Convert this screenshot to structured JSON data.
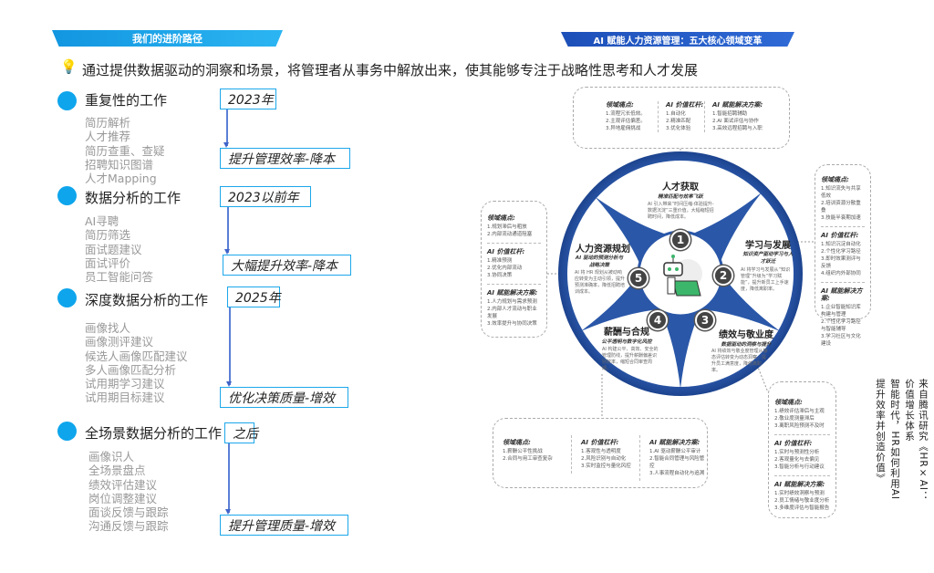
{
  "left": {
    "banner": "我们的进阶路径",
    "intro": "通过提供数据驱动的洞察和场景，将管理者从事务中解放出来，使其能够专注于战略性思考和人才发展",
    "sections": [
      {
        "title": "重复性的工作",
        "items": [
          "简历解析",
          "人才推荐",
          "简历查重、查疑",
          "招聘知识图谱",
          "人才Mapping"
        ],
        "time": "2023年",
        "outcome": "提升管理效率-降本"
      },
      {
        "title": "数据分析的工作",
        "items": [
          "AI寻聘",
          "简历筛选",
          "面试题建议",
          "面试评价",
          "员工智能问答"
        ],
        "time": "2023以前年",
        "outcome": "大幅提升效率-降本"
      },
      {
        "title": "深度数据分析的工作",
        "items": [
          "画像找人",
          "画像测评建议",
          "候选人画像匹配建议",
          "多人画像匹配分析",
          "试用期学习建议",
          "试用期目标建议"
        ],
        "time": "2025年",
        "outcome": "优化决策质量-增效"
      },
      {
        "title": "全场景数据分析的工作",
        "items": [
          "画像识人",
          "全场景盘点",
          "绩效评估建议",
          "岗位调整建议",
          "面谈反馈与跟踪",
          "沟通反馈与跟踪"
        ],
        "time": "之后",
        "outcome": "提升管理质量-增效"
      }
    ]
  },
  "right": {
    "banner": "AI 赋能人力资源管理：五大核心领域变革",
    "labels": {
      "pain": "领域痛点:",
      "lever": "AI 价值杠杆:",
      "solution": "AI 赋能解决方案:"
    },
    "boxes": {
      "top": {
        "pain": [
          "1.流程冗长低效。",
          "2.主观评估偏差。",
          "3.异地雇佣挑战"
        ],
        "lever": [
          "1.自动化",
          "2.精准匹配",
          "3.优化体验"
        ],
        "solution": [
          "1.智能招聘辅助",
          "2.AI 面试评估与协作",
          "3.高效远程招聘与入职"
        ]
      },
      "right": {
        "pain": [
          "1.知识流失与共享低效",
          "2.培训资源分散重叠",
          "3.技能半衰期加速"
        ],
        "lever": [
          "1.知识沉淀自动化",
          "2.个性化学习路径",
          "3.即时效果测评与反馈",
          "4.组织内外部协同"
        ],
        "solution": [
          "1.企业智能知识库构建与管理",
          "2.个性化学习路径与智能辅导",
          "3.学习社区与文化建设"
        ]
      },
      "left": {
        "pain": [
          "1.规划滞后与粗放",
          "2.内部流动通道阻塞"
        ],
        "lever": [
          "1.精准预测",
          "2.优化内部流动",
          "3.协同决策"
        ],
        "solution": [
          "1.人力规划与需求预测",
          "2.内部人才流动与职业发展",
          "3.效率提升与协同决策"
        ]
      },
      "bottom": {
        "pain": [
          "1.薪酬公平性挑战",
          "2.合同与用工审查复杂"
        ],
        "lever": [
          "1.客观性与透明度",
          "2.风险识别与自动化",
          "3.实时监控与量化风控"
        ],
        "solution": [
          "1.AI 驱动薪酬公平审计",
          "2.智能合同管理与风险管控",
          "3.人事流程自动化与追溯"
        ]
      },
      "bottomright": {
        "pain": [
          "1.绩效评估滞后与主观",
          "2.敬业度测量滞后",
          "3.离职风险预测不及时"
        ],
        "lever": [
          "1.实时与预测性分析",
          "2.客观量化与去偏见",
          "3.智能分析与行动建议"
        ],
        "solution": [
          "1.实时绩效洞察与预测",
          "2.员工情绪与敬业度分析",
          "3.多维度评估与智能报告"
        ]
      }
    },
    "petals": [
      {
        "num": "1",
        "title": "人才获取",
        "subtitle": "精准匹配与效率飞跃",
        "desc": "AI 引入带来“时间压缩-体验提升-数据沉淀”三重价值，大幅缩短招聘时间，降低成本。"
      },
      {
        "num": "2",
        "title": "学习与发展",
        "subtitle": "知识资产驱动学习与人才跃迁",
        "desc": "AI 将学习与发展从“知识管理”升级为“学习赋能”，提升新员工上手速度，降低离职率。"
      },
      {
        "num": "3",
        "title": "绩效与敬业度",
        "subtitle": "数据驱动的洞察与提升",
        "desc": "AI 将绩效与敬业度管理从静态评估转变为动态洞察，提升员工满意度，降低离职率。"
      },
      {
        "num": "4",
        "title": "薪酬与合规",
        "subtitle": "公平透明与数字化风控",
        "desc": "AI 构建公平、高效、安全的管理防线，提升薪酬偏差识别效率，缩短合同审查周期。"
      },
      {
        "num": "5",
        "title": "人力资源规划",
        "subtitle": "AI 驱动的预测分析与战略决策",
        "desc": "AI 将 HR 规划从被动响应转变为主动引领，提升预测准确率，降低招聘培训成本。"
      }
    ],
    "source": [
      "来自腾讯研究《HR×AI：价值增长体系",
      "智能时代，HR如何利用AI",
      "提升效率并创造价值》"
    ]
  },
  "colors": {
    "accent": "#0ea5ec",
    "wheel": "#2a57a8"
  }
}
